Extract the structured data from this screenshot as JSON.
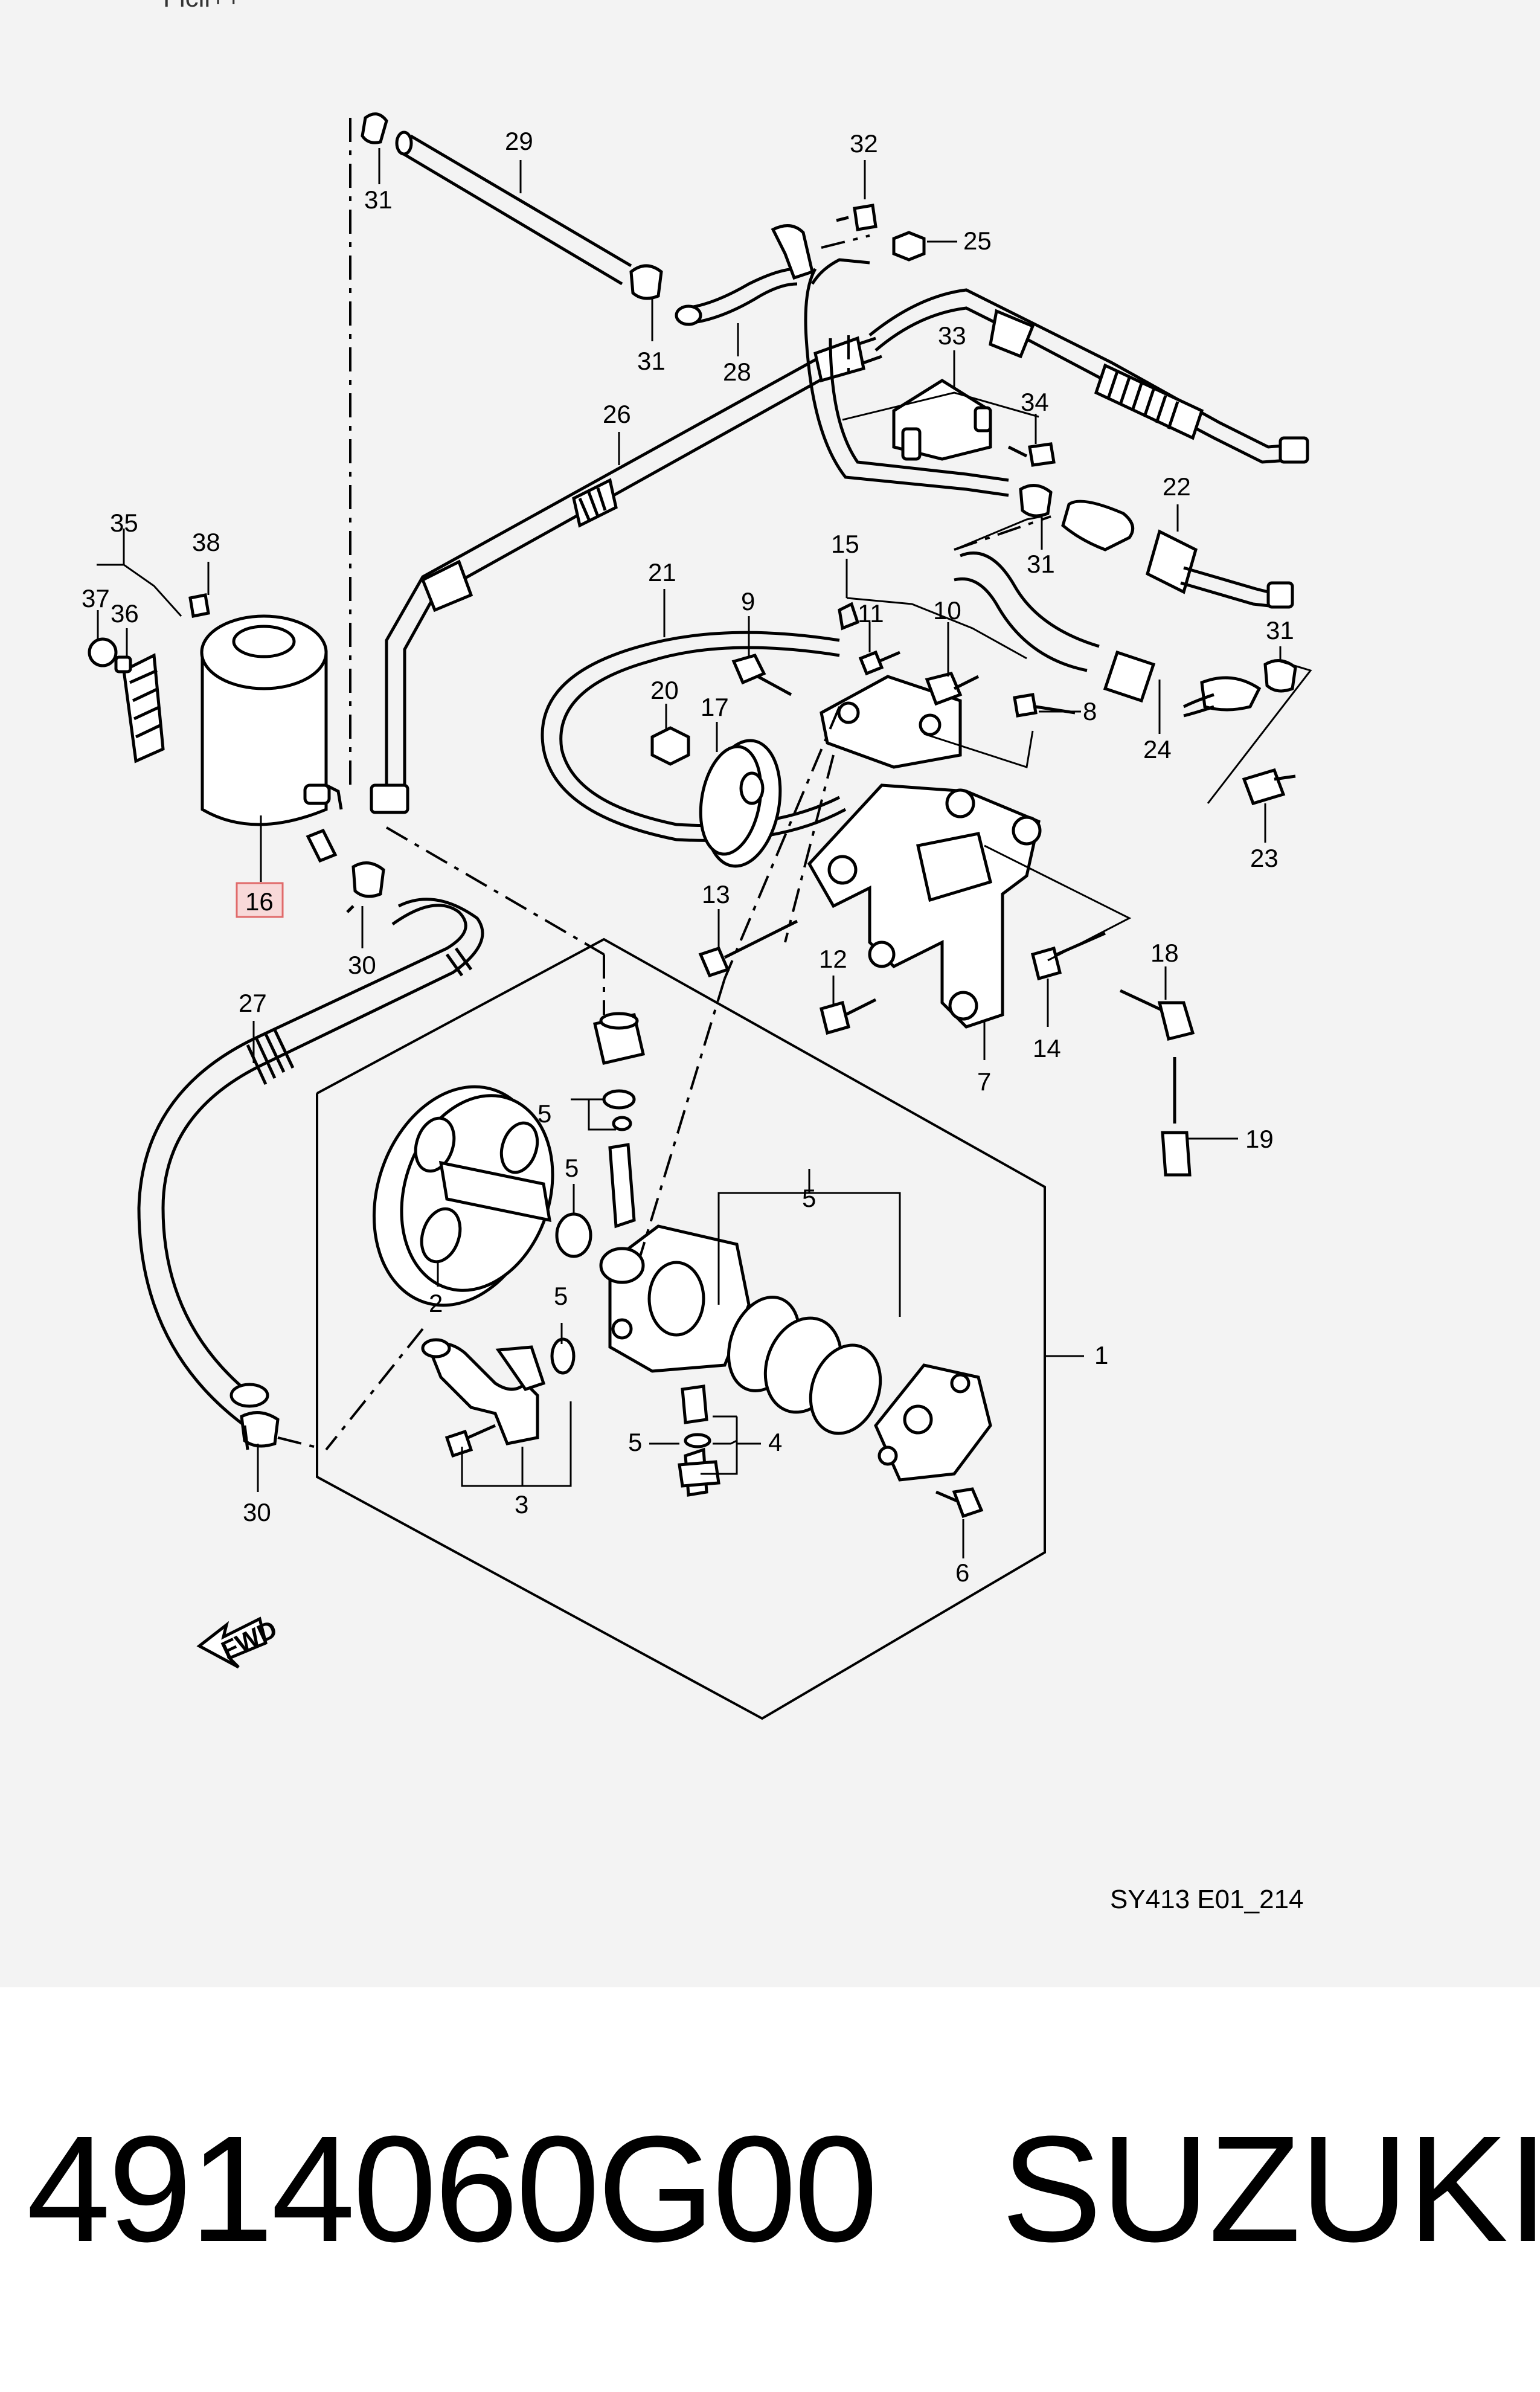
{
  "header_fragment": "Ficil++",
  "diagram": {
    "page_ref": "SY413 E01_214",
    "highlighted_callout": "16",
    "fwd_label": "FWD",
    "callouts": [
      "1",
      "2",
      "3",
      "4",
      "5",
      "5",
      "5",
      "5",
      "5",
      "6",
      "7",
      "8",
      "9",
      "10",
      "11",
      "12",
      "13",
      "14",
      "15",
      "16",
      "17",
      "18",
      "19",
      "20",
      "21",
      "22",
      "23",
      "24",
      "25",
      "26",
      "27",
      "28",
      "29",
      "30",
      "30",
      "31",
      "31",
      "31",
      "31",
      "32",
      "33",
      "34",
      "35",
      "36",
      "37",
      "38"
    ]
  },
  "footer": {
    "part_number": "4914060G00",
    "brand": "SUZUKI"
  }
}
